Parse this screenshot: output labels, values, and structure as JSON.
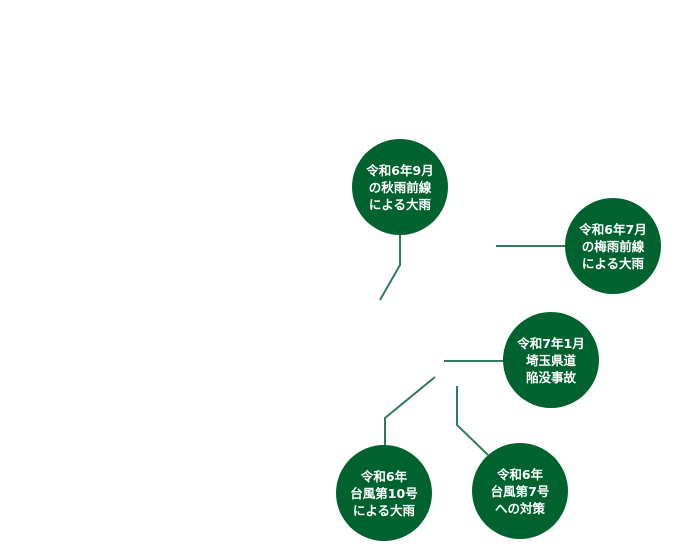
{
  "colors": {
    "node": "#00632f",
    "line": "#2e7d57"
  },
  "nodes": [
    {
      "lines": [
        "令和6年9月",
        "の秋雨前線",
        "による大雨"
      ]
    },
    {
      "lines": [
        "令和6年7月",
        "の梅雨前線",
        "による大雨"
      ]
    },
    {
      "lines": [
        "令和7年1月",
        "埼玉県道",
        "陥没事故"
      ]
    },
    {
      "lines": [
        "令和6年",
        "台風第10号",
        "による大雨"
      ]
    },
    {
      "lines": [
        "令和6年",
        "台風第7号",
        "への対策"
      ]
    }
  ]
}
